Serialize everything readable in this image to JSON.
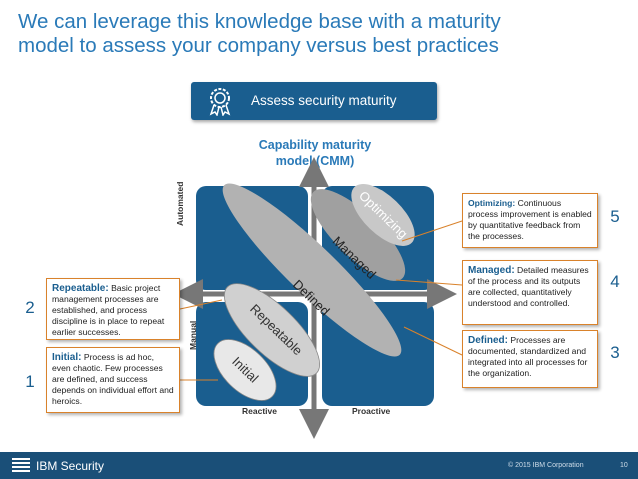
{
  "title": {
    "line1": "We can leverage this knowledge base with a maturity",
    "line2": "model to assess your company versus best practices"
  },
  "banner": {
    "label": "Assess security maturity",
    "icon": "ribbon-badge-icon"
  },
  "cmm": {
    "title_line1": "Capability maturity",
    "title_line2": "model (CMM)"
  },
  "axes": {
    "x_left": "Reactive",
    "x_right": "Proactive",
    "y_top": "Automated",
    "y_bottom": "Manual"
  },
  "stages": [
    "Initial",
    "Repeatable",
    "Defined",
    "Managed",
    "Optimizing"
  ],
  "callouts": {
    "optimizing": {
      "heading": "Optimizing:",
      "text": " Continuous process improvement is enabled by quantitative feedback from the processes.",
      "level": "5"
    },
    "managed": {
      "heading": "Managed:",
      "text": " Detailed measures of the process and its outputs are collected, quantitatively understood and controlled.",
      "level": "4"
    },
    "defined": {
      "heading": "Defined:",
      "text": " Processes are documented, standardized and integrated into all processes for the organization.",
      "level": "3"
    },
    "repeatable": {
      "heading": "Repeatable:",
      "text": "  Basic project management processes are established, and process discipline is in place to repeat earlier successes.",
      "level": "2"
    },
    "initial": {
      "heading": "Initial:",
      "text": "  Process is ad hoc, even chaotic. Few processes are defined, and success depends on individual effort and heroics.",
      "level": "1"
    }
  },
  "footer": {
    "brand": "IBM Security",
    "copyright": "© 2015 IBM Corporation",
    "page": "10"
  },
  "colors": {
    "title_blue": "#2a7ab8",
    "navy": "#1a4f78",
    "quadrant": "#1a5e8f",
    "callout_border": "#d9822b",
    "ellipse_grey": "#a8a8a8"
  }
}
